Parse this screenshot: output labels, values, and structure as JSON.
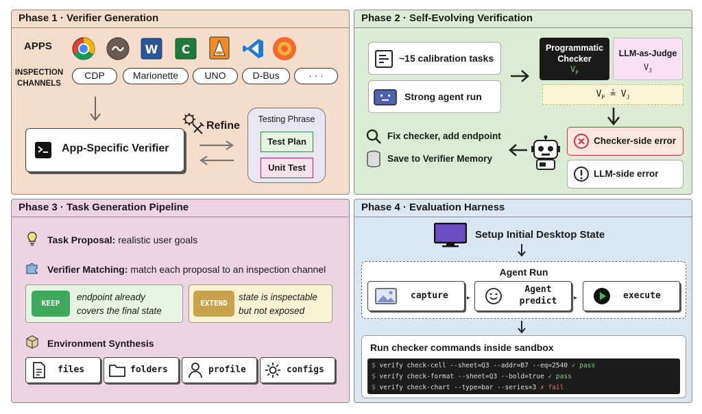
{
  "phase1": {
    "title": "Phase 1 · Verifier Generation",
    "apps_label": "APPS",
    "channels_label": [
      "INSPECTION",
      "CHANNELS"
    ],
    "channels": [
      "CDP",
      "Marionette",
      "UNO",
      "D-Bus",
      "· · ·"
    ],
    "verifier": "App-Specific Verifier",
    "refine": "Refine",
    "testing_phrase": "Testing Phrase",
    "test_plan": "Test Plan",
    "unit_test": "Unit Test",
    "colors": {
      "bg": "#f6dccb",
      "accent_green": "#2e8a3e",
      "accent_pink": "#c2185b"
    }
  },
  "phase2": {
    "title": "Phase 2 · Self-Evolving Verification",
    "calibration": "~15 calibration tasks",
    "strong_agent": "Strong agent run",
    "programmatic": [
      "Programmatic",
      "Checker"
    ],
    "vp": "V",
    "vp_sub": "P",
    "llm_judge": "LLM-as-Judge",
    "vj": "V",
    "vj_sub": "J",
    "compare_op": "≟",
    "fix_checker": "Fix checker, add endpoint",
    "save_memory": "Save to Verifier Memory",
    "checker_error": "Checker-side error",
    "llm_error": "LLM-side error",
    "colors": {
      "bg": "#dcebd4",
      "checker_bg": "#1a1a1a",
      "judge_bg": "#f7e1f2",
      "error_bg": "#fde8e0",
      "error_red": "#d0353f"
    }
  },
  "phase3": {
    "title": "Phase 3 · Task Generation Pipeline",
    "task_proposal_label": "Task Proposal:",
    "task_proposal_text": " realistic user goals",
    "verifier_matching_label": "Verifier Matching:",
    "verifier_matching_text": " match each proposal to an inspection channel",
    "keep_badge": "KEEP",
    "keep_text": [
      "endpoint already",
      "covers the final state"
    ],
    "extend_badge": "EXTEND",
    "extend_text": [
      "state is inspectable",
      "but not exposed"
    ],
    "env_synthesis": "Environment Synthesis",
    "env_items": [
      "files",
      "folders",
      "profile",
      "configs"
    ],
    "colors": {
      "bg": "#ecd4e2",
      "keep": "#3fa85a",
      "extend": "#c9a24b"
    }
  },
  "phase4": {
    "title": "Phase 4 · Evaluation Harness",
    "setup": "Setup Initial Desktop State",
    "agent_run": "Agent Run",
    "steps": [
      "capture",
      "Agent\npredict",
      "execute"
    ],
    "run_checker": "Run checker commands inside sandbox",
    "terminal": [
      {
        "prompt": "$",
        "cmd": "verify check-cell --sheet=Q3 --addr=B7 --eq=2540",
        "mark": "✓",
        "result": "pass"
      },
      {
        "prompt": "$",
        "cmd": "verify check-format --sheet=Q3 --bold=true",
        "mark": "✓",
        "result": "pass"
      },
      {
        "prompt": "$",
        "cmd": "verify check-chart --type=bar --series=3",
        "mark": "✗",
        "result": "fail"
      }
    ],
    "colors": {
      "bg": "#dbe6f3",
      "monitor": "#6a4fc4"
    }
  }
}
